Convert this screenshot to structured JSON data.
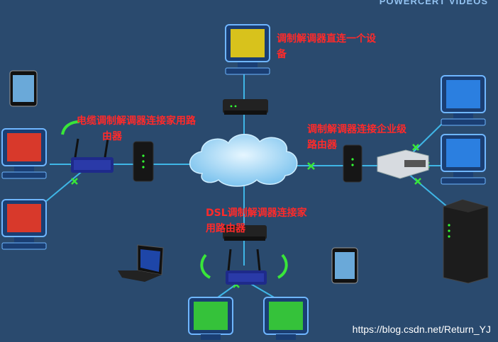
{
  "brand": "POWERCERT VIDEOS",
  "labels": {
    "direct": [
      "调制解调器直连一个设",
      "备"
    ],
    "cable": [
      "电缆调制解调器连接家用路",
      "由器"
    ],
    "enterprise": [
      "调制解调器连接企业级",
      "路由器"
    ],
    "dsl": [
      "DSL调制解调器连接家",
      "用路由器"
    ]
  },
  "watermark": "https://blog.csdn.net/Return_YJ",
  "colors": {
    "background": "#2a4a6e",
    "link": "#3fb6e6",
    "label": "#ff2a2a",
    "junction": "#39e639",
    "cloud": "#a9d8f5",
    "monitor_red": "#d8392b",
    "monitor_yellow": "#d8c21c",
    "monitor_blue": "#2b7fe0",
    "monitor_green": "#35c23a"
  }
}
